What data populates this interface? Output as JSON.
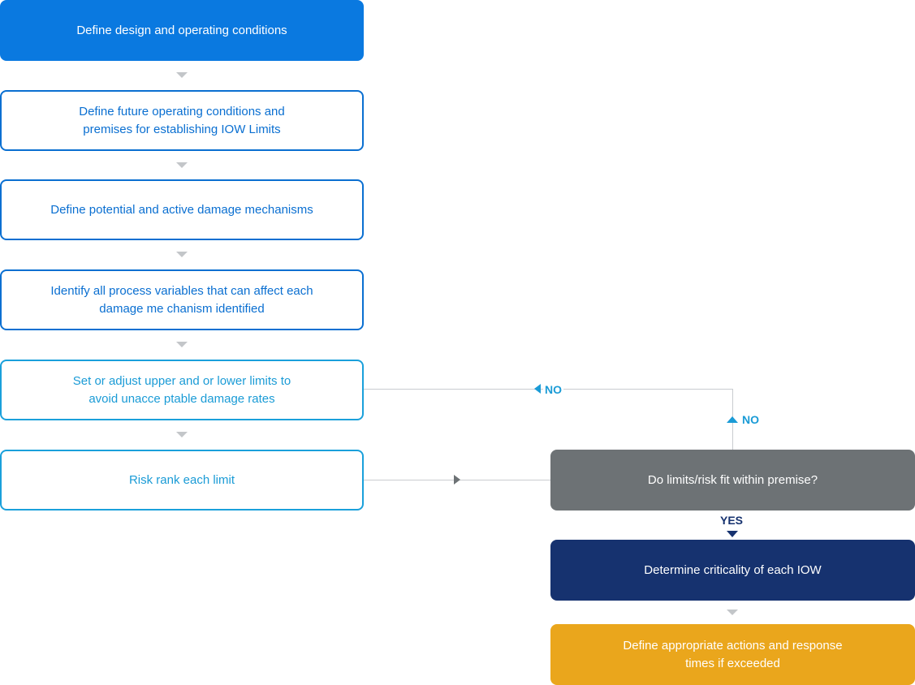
{
  "steps": {
    "design_conditions": "Define design and operating conditions",
    "future_conditions": "Define future operating conditions and\npremises for establishing IOW Limits",
    "damage_mechanisms": "Define potential and active damage mechanisms",
    "process_variables": "Identify all process variables that can affect each\ndamage me chanism identified",
    "set_limits": "Set or adjust upper and or lower limits to\navoid unacce ptable damage rates",
    "risk_rank": "Risk rank each limit",
    "decision": "Do limits/risk fit within premise?",
    "criticality": "Determine criticality of each IOW",
    "actions": "Define appropriate actions and response\ntimes if exceeded"
  },
  "labels": {
    "no_left": "NO",
    "no_up": "NO",
    "yes": "YES"
  },
  "colors": {
    "primary_blue": "#0a79e0",
    "outline_blue": "#0a6fd1",
    "cyan": "#1a9bd6",
    "gray": "#6d7275",
    "navy": "#16326f",
    "gold": "#eaa61c",
    "connector": "#c9ccd0"
  },
  "icons": [
    "arrow-down-icon",
    "arrow-right-icon",
    "arrow-left-icon",
    "arrow-up-icon"
  ]
}
